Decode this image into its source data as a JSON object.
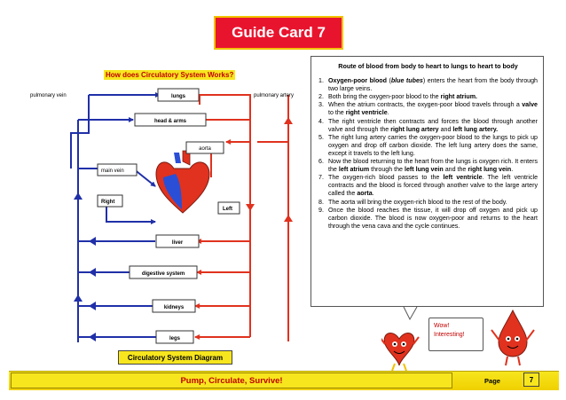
{
  "card_title": "Guide Card 7",
  "question": "How does Circulatory System Works?",
  "diagram": {
    "labels": {
      "pulmonary_vein": "pulmonary vein",
      "pulmonary_artery": "pulmonary artery",
      "lungs": "lungs",
      "head_arms": "head & arms",
      "aorta": "aorta",
      "main_vein": "main vein",
      "right": "Right",
      "left": "Left",
      "liver": "liver",
      "digestive_system": "digestive system",
      "kidneys": "kidneys",
      "legs": "legs"
    },
    "caption": "Circulatory System Diagram",
    "colors": {
      "vein": "#2030a8",
      "artery": "#e0321e",
      "heart_red": "#e0321e",
      "heart_blue": "#2a4fd6"
    }
  },
  "route": {
    "heading": "Route of blood from body to heart to lungs to heart to body",
    "steps": [
      {
        "num": "1.",
        "parts": [
          {
            "t": "Oxygen-poor blood",
            "b": true
          },
          {
            "t": " ("
          },
          {
            "t": "blue tubes",
            "b": true,
            "i": true
          },
          {
            "t": ") enters the heart from the body through two large veins."
          }
        ]
      },
      {
        "num": "2.",
        "parts": [
          {
            "t": "Both bring the oxygen-poor blood to the "
          },
          {
            "t": "right atrium.",
            "b": true
          }
        ]
      },
      {
        "num": "3.",
        "parts": [
          {
            "t": "When the atrium contracts, the oxygen-poor blood travels through a "
          },
          {
            "t": "valve",
            "b": true
          },
          {
            "t": " to the "
          },
          {
            "t": "right ventricle",
            "b": true
          },
          {
            "t": "."
          }
        ]
      },
      {
        "num": "4.",
        "parts": [
          {
            "t": "The right ventricle then contracts and forces the blood through another valve and through the "
          },
          {
            "t": "right lung artery",
            "b": true
          },
          {
            "t": " and "
          },
          {
            "t": "left lung artery.",
            "b": true
          }
        ]
      },
      {
        "num": "5.",
        "parts": [
          {
            "t": "The right lung artery carries the oxygen-poor blood to the lungs to pick up oxygen and drop off carbon dioxide. The left lung artery does the same, except it travels to the left lung."
          }
        ]
      },
      {
        "num": "6.",
        "parts": [
          {
            "t": "Now the blood returning to the heart from the lungs is oxygen rich. It enters the "
          },
          {
            "t": "left atrium",
            "b": true
          },
          {
            "t": " through the "
          },
          {
            "t": "left lung vein",
            "b": true
          },
          {
            "t": " and the "
          },
          {
            "t": "right lung vein",
            "b": true
          },
          {
            "t": "."
          }
        ]
      },
      {
        "num": "7.",
        "parts": [
          {
            "t": "The oxygen-rich blood passes to the "
          },
          {
            "t": "left ventricle",
            "b": true
          },
          {
            "t": ". The left ventricle contracts and the blood is forced through another valve to the large artery called the "
          },
          {
            "t": "aorta",
            "b": true
          },
          {
            "t": "."
          }
        ]
      },
      {
        "num": "8.",
        "parts": [
          {
            "t": "The aorta will bring the oxygen-rich blood to the rest of the body."
          }
        ]
      },
      {
        "num": "9.",
        "parts": [
          {
            "t": "Once the blood reaches the tissue, it will drop off oxygen and pick up carbon dioxide. The blood is now oxygen-poor and returns to the heart through the vena cava and the cycle continues."
          }
        ]
      }
    ]
  },
  "bubble": {
    "line1": "Wow!",
    "line2": "Interesting!"
  },
  "footer": {
    "slogan": "Pump, Circulate, Survive!",
    "page_label": "Page",
    "page_number": "7"
  }
}
